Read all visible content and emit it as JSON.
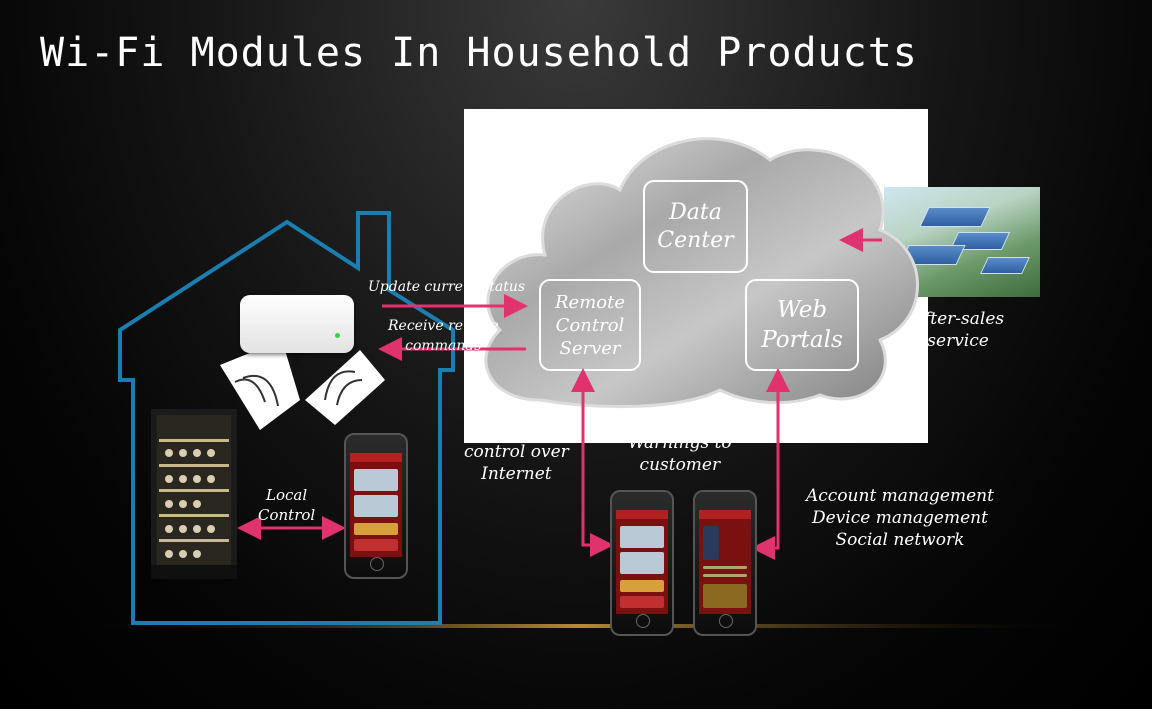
{
  "title": "Wi-Fi Modules In Household Products",
  "cloud": {
    "data_center": "Data\nCenter",
    "remote_server": "Remote\nControl\nServer",
    "web_portals": "Web\nPortals"
  },
  "labels": {
    "update_status": "Update current status",
    "receive_commands": "Receive remote\ncommands",
    "local_control": "Local\nControl",
    "control_over_internet": "control over\nInternet",
    "warnings": "Warnings to\ncustomer",
    "after_sales": "After-sales\nservice",
    "account_management": "Account management\nDevice management\nSocial network"
  },
  "colors": {
    "house_outline": "#1a7fb0",
    "arrow": "#e0326e",
    "phone_screen": "#7a1010"
  },
  "icons": [
    "wifi-router-icon",
    "wine-fridge-icon",
    "smartphone-icon",
    "factory-photo",
    "cloud-icon"
  ]
}
